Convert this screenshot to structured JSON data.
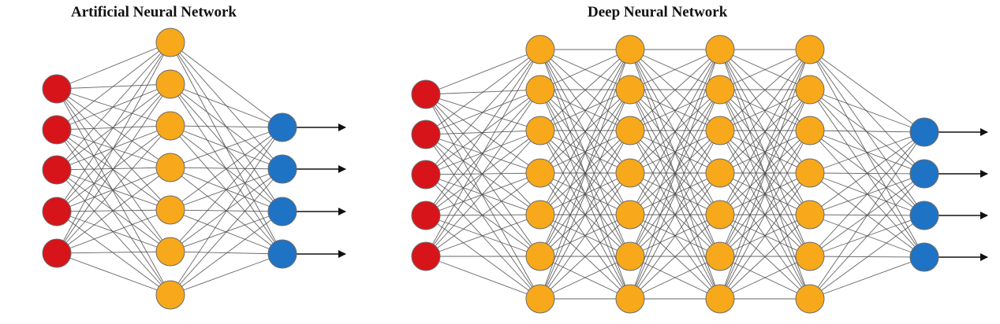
{
  "diagrams": [
    {
      "id": "ann",
      "title": "Artificial Neural Network",
      "layers": [
        {
          "role": "input",
          "nodes": 5
        },
        {
          "role": "hidden",
          "nodes": 7
        },
        {
          "role": "output",
          "nodes": 4
        }
      ],
      "outputs_have_arrows": true
    },
    {
      "id": "dnn",
      "title": "Deep Neural Network",
      "layers": [
        {
          "role": "input",
          "nodes": 5
        },
        {
          "role": "hidden",
          "nodes": 7
        },
        {
          "role": "hidden",
          "nodes": 7
        },
        {
          "role": "hidden",
          "nodes": 7
        },
        {
          "role": "hidden",
          "nodes": 7
        },
        {
          "role": "output",
          "nodes": 4
        }
      ],
      "outputs_have_arrows": true
    }
  ],
  "colors": {
    "input": "#d7141a",
    "hidden": "#f7a81b",
    "output": "#1f73c4",
    "edge": "#4a4a4a",
    "arrow": "#111111"
  }
}
